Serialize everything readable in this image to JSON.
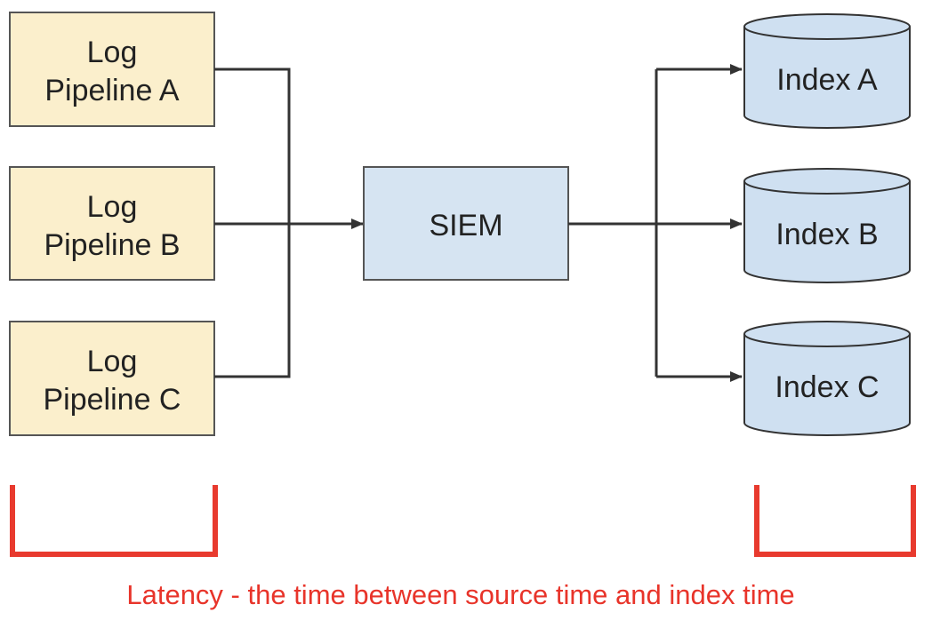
{
  "sources": [
    {
      "line1": "Log",
      "line2": "Pipeline A"
    },
    {
      "line1": "Log",
      "line2": "Pipeline B"
    },
    {
      "line1": "Log",
      "line2": "Pipeline C"
    }
  ],
  "hub": {
    "label": "SIEM"
  },
  "indexes": [
    {
      "label": "Index A"
    },
    {
      "label": "Index B"
    },
    {
      "label": "Index C"
    }
  ],
  "caption": "Latency - the time between source time and index time",
  "colors": {
    "source_fill": "#fbefcc",
    "source_stroke": "#555555",
    "hub_fill": "#d6e4f2",
    "hub_stroke": "#555555",
    "index_fill": "#cfe0f1",
    "index_stroke": "#333333",
    "connector": "#333333",
    "bracket": "#e83a2e",
    "caption": "#e8342a"
  }
}
